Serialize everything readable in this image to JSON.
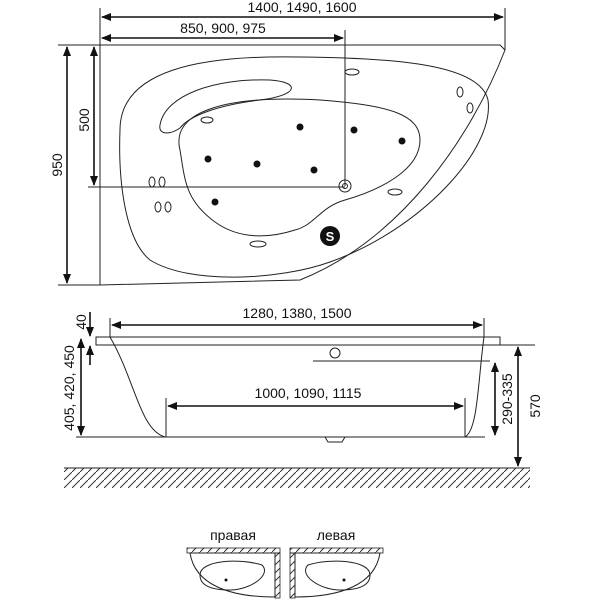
{
  "top_view": {
    "width_label": "1400, 1490, 1600",
    "center_label": "850, 900, 975",
    "depth_label": "950",
    "drain_offset_label": "500",
    "drain_symbol": "S"
  },
  "side_view": {
    "rim_length_label": "1280, 1380, 1500",
    "bottom_length_label": "1000, 1090, 1115",
    "rim_thickness_label": "40",
    "depth_label": "405, 420, 450",
    "water_level_label": "290-335",
    "total_height_label": "570"
  },
  "variants": {
    "right_label": "правая",
    "left_label": "левая"
  },
  "colors": {
    "line": "#222222",
    "background": "#ffffff"
  }
}
